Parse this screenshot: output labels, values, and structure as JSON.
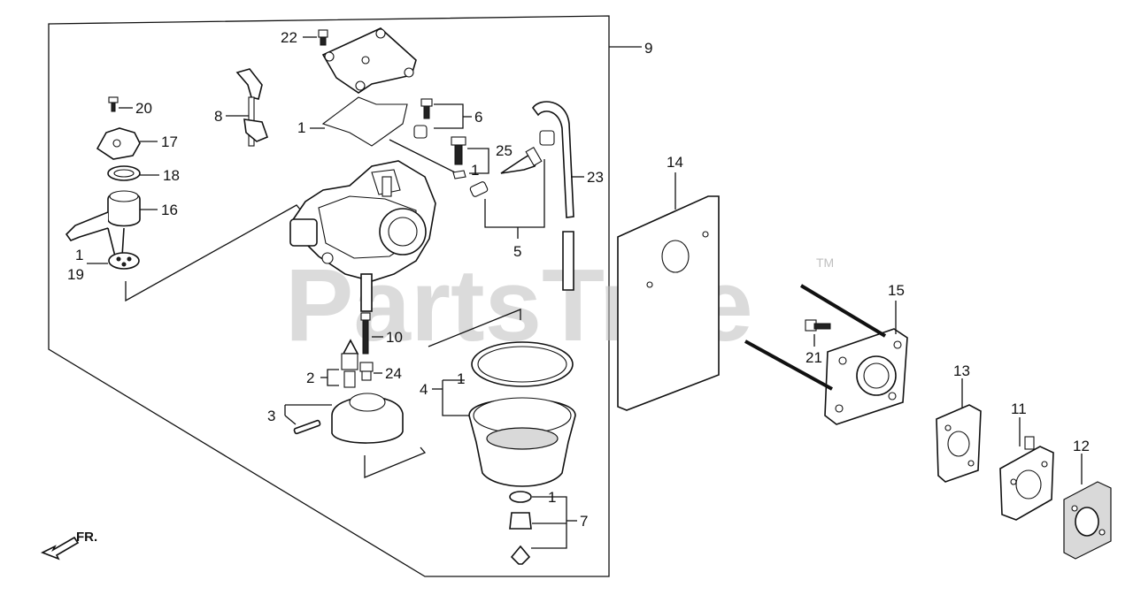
{
  "diagram": {
    "watermark": "PartsTree",
    "watermark_tm": "TM",
    "direction_label": "FR.",
    "callouts": {
      "c1a": "1",
      "c1b": "1",
      "c1c": "1",
      "c1d": "1",
      "c1e": "1",
      "c2": "2",
      "c3": "3",
      "c4": "4",
      "c5": "5",
      "c6": "6",
      "c7": "7",
      "c8": "8",
      "c9": "9",
      "c10": "10",
      "c11": "11",
      "c12": "12",
      "c13": "13",
      "c14": "14",
      "c15": "15",
      "c16": "16",
      "c17": "17",
      "c18": "18",
      "c19": "19",
      "c20": "20",
      "c21": "21",
      "c22": "22",
      "c23": "23",
      "c24": "24",
      "c25": "25"
    }
  },
  "colors": {
    "ink": "#111111",
    "watermark": "#bfbfbf",
    "background": "#ffffff"
  }
}
